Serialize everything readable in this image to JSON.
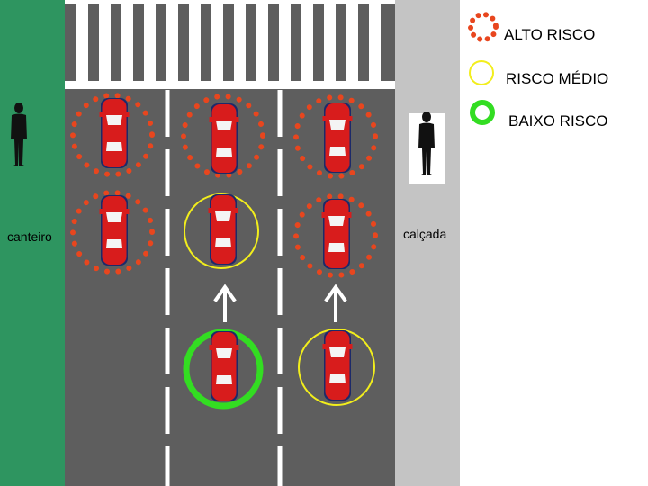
{
  "labels": {
    "median": "canteiro",
    "sidewalk": "calçada"
  },
  "legend": [
    {
      "key": "high",
      "label": "ALTO RISCO"
    },
    {
      "key": "medium",
      "label": "RISCO MÉDIO"
    },
    {
      "key": "low",
      "label": "BAIXO RISCO"
    }
  ],
  "risk_colors": {
    "high": "#e8461e",
    "medium": "#f2ee1c",
    "low": "#33dd22"
  },
  "colors": {
    "median": "#2e9560",
    "road": "#5e5e5e",
    "sidewalk": "#c4c4c4",
    "car_body": "#d81c1c",
    "lane_marking": "#ffffff"
  },
  "lanes": [
    {
      "lane": 1,
      "cars": [
        {
          "row": 1,
          "risk": "high"
        },
        {
          "row": 2,
          "risk": "high"
        }
      ]
    },
    {
      "lane": 2,
      "cars": [
        {
          "row": 1,
          "risk": "high"
        },
        {
          "row": 2,
          "risk": "medium"
        },
        {
          "row": 3,
          "risk": "low"
        }
      ]
    },
    {
      "lane": 3,
      "cars": [
        {
          "row": 1,
          "risk": "high"
        },
        {
          "row": 2,
          "risk": "high"
        },
        {
          "row": 3,
          "risk": "medium"
        }
      ]
    }
  ],
  "direction_arrows": [
    {
      "lane": 2
    },
    {
      "lane": 3
    }
  ],
  "pedestrians": [
    {
      "location": "median"
    },
    {
      "location": "sidewalk"
    }
  ]
}
